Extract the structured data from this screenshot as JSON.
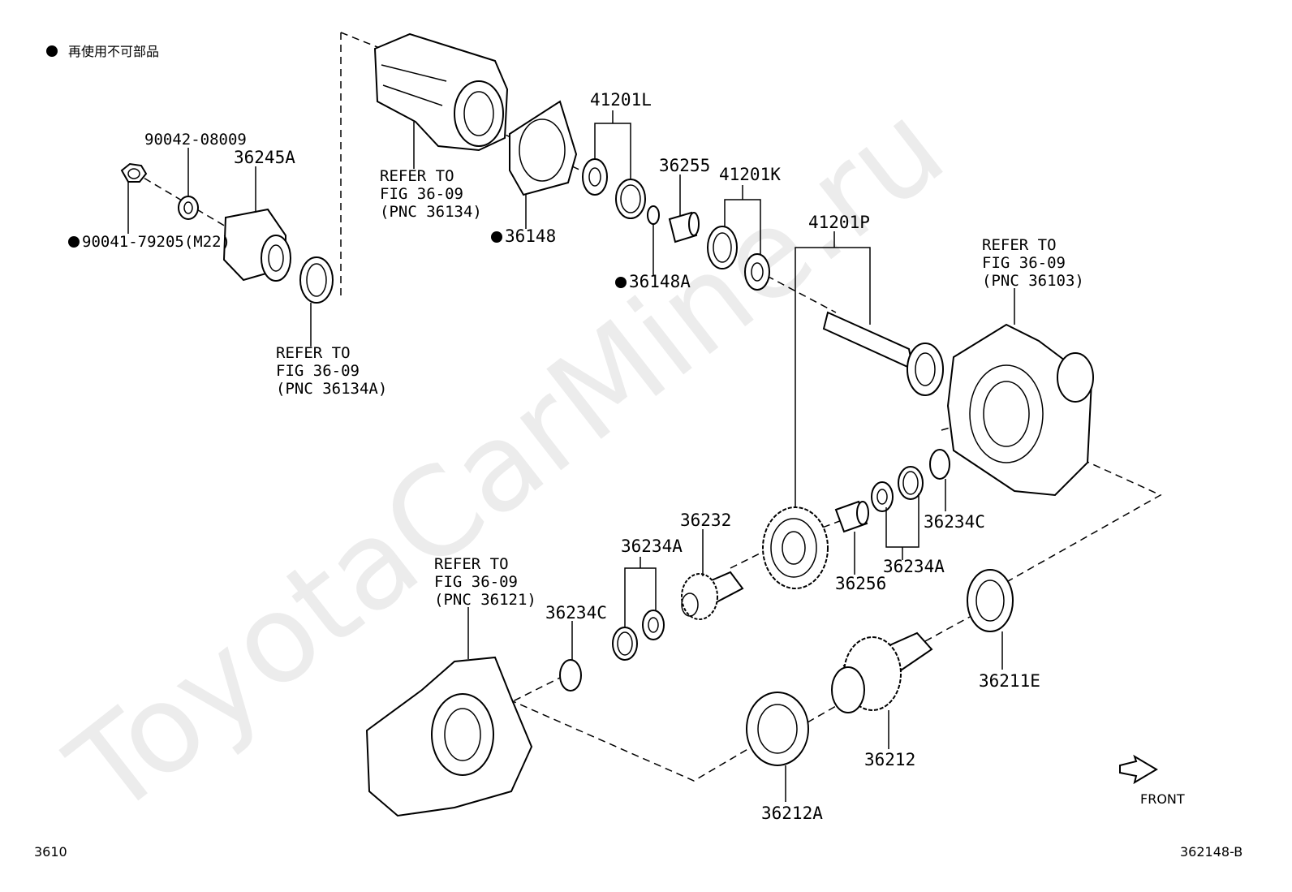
{
  "legend": {
    "bullet": "●",
    "text": "再使用不可部品"
  },
  "watermark": "ToyotaCarMine.ru",
  "page_number": "3610",
  "figure_code": "362148-B",
  "front_label": "FRONT",
  "refer": [
    {
      "line1": "REFER TO",
      "line2": "FIG 36-09",
      "line3": "(PNC 36134)"
    },
    {
      "line1": "REFER TO",
      "line2": "FIG 36-09",
      "line3": "(PNC 36134A)"
    },
    {
      "line1": "REFER TO",
      "line2": "FIG 36-09",
      "line3": "(PNC 36103)"
    },
    {
      "line1": "REFER TO",
      "line2": "FIG 36-09",
      "line3": "(PNC 36121)"
    }
  ],
  "parts": [
    {
      "label": "90042-08009"
    },
    {
      "label": "36245A"
    },
    {
      "label": "90041-79205(M22)",
      "non_reusable": true
    },
    {
      "label": "36148",
      "non_reusable": true
    },
    {
      "label": "41201L"
    },
    {
      "label": "36255"
    },
    {
      "label": "41201K"
    },
    {
      "label": "36148A",
      "non_reusable": true
    },
    {
      "label": "41201P"
    },
    {
      "label": "36232"
    },
    {
      "label": "36234A"
    },
    {
      "label": "36234A"
    },
    {
      "label": "36234C"
    },
    {
      "label": "36234C"
    },
    {
      "label": "36256"
    },
    {
      "label": "36211E"
    },
    {
      "label": "36212"
    },
    {
      "label": "36212A"
    }
  ]
}
